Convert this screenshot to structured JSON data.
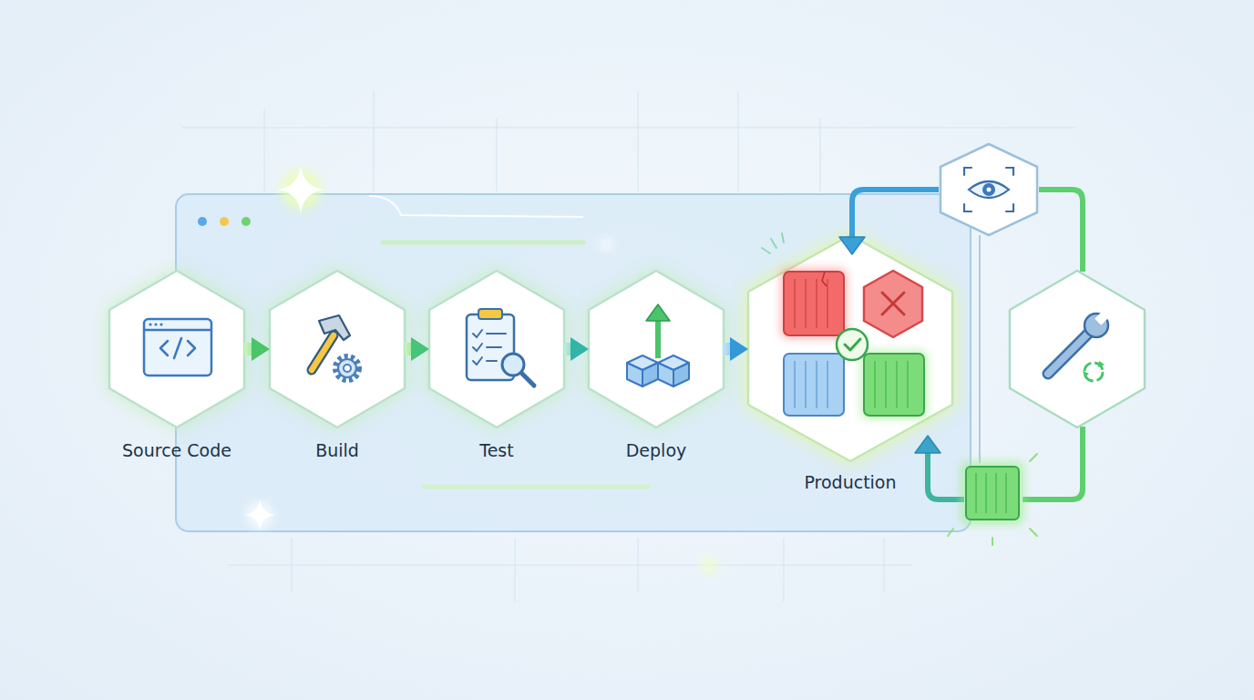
{
  "diagram": {
    "nodes": [
      {
        "text": [
          "Source Code"
        ]
      },
      {
        "text": [
          "Build"
        ]
      },
      {
        "text": [
          "Test"
        ]
      },
      {
        "text": [
          "Deploy"
        ]
      },
      {
        "text": [
          "Production"
        ]
      }
    ],
    "edges": [
      {
        "from": 0,
        "to": 1,
        "arrow": "to"
      },
      {
        "from": 1,
        "to": 2,
        "arrow": "to"
      },
      {
        "from": 2,
        "to": 3,
        "arrow": "to"
      },
      {
        "from": 3,
        "to": 4,
        "arrow": "to"
      }
    ]
  }
}
